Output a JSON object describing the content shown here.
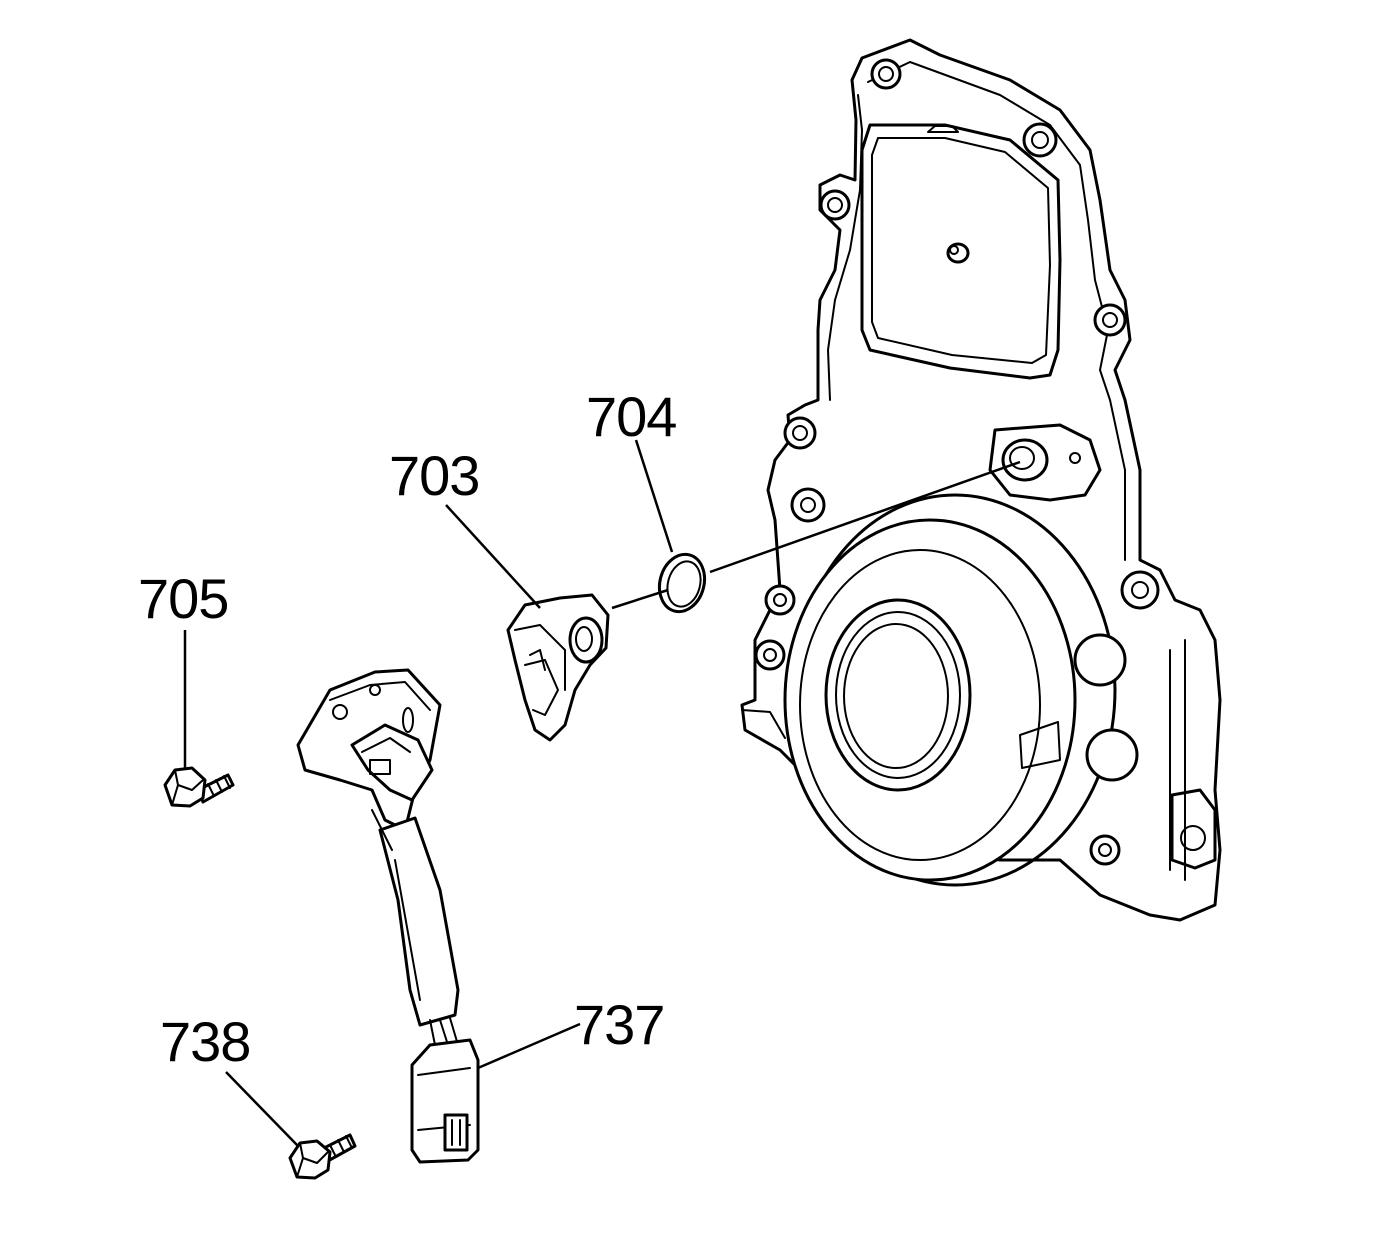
{
  "callouts": {
    "c703": "703",
    "c704": "704",
    "c705": "705",
    "c737": "737",
    "c738": "738"
  },
  "colors": {
    "line": "#000000",
    "background": "#ffffff"
  }
}
